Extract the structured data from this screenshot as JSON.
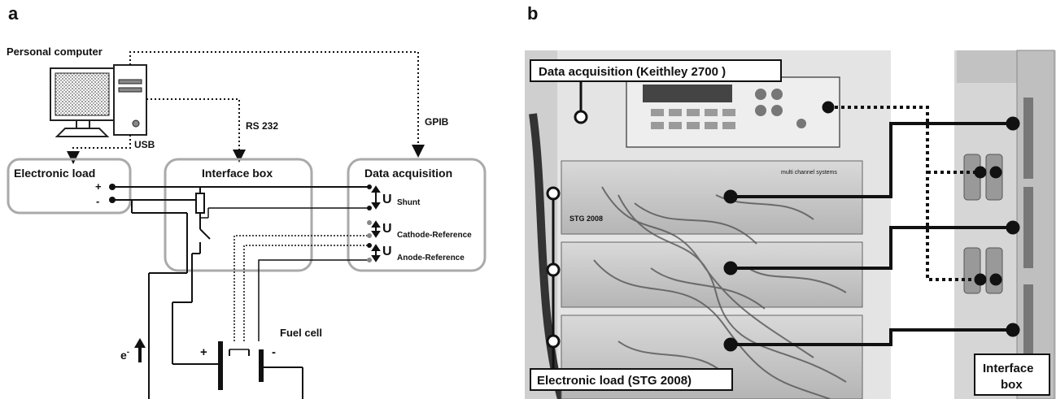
{
  "panel_a": {
    "panel_label": "a",
    "personal_computer": "Personal computer",
    "conn_gpib": "GPIB",
    "conn_rs232": "RS 232",
    "conn_usb": "USB",
    "electronic_load": "Electronic load",
    "interface_box": "Interface box",
    "data_acquisition": "Data acquisition",
    "plus": "+",
    "minus": "-",
    "u_symbol": "U",
    "shunt": "Shunt",
    "cathode_reference": "Cathode-Reference",
    "anode_reference": "Anode-Reference",
    "fuel_cell": "Fuel cell",
    "electron": "e",
    "electron_sup": "-",
    "cell_plus": "+",
    "cell_minus": "-"
  },
  "panel_b": {
    "panel_label": "b",
    "callout_data_acquisition": "Data acquisition (Keithley 2700 )",
    "callout_electronic_load": "Electronic load (STG 2008)",
    "callout_interface_line1": "Interface",
    "callout_interface_line2": "box",
    "device_label": "STG 2008",
    "brand_label": "multi channel systems"
  }
}
